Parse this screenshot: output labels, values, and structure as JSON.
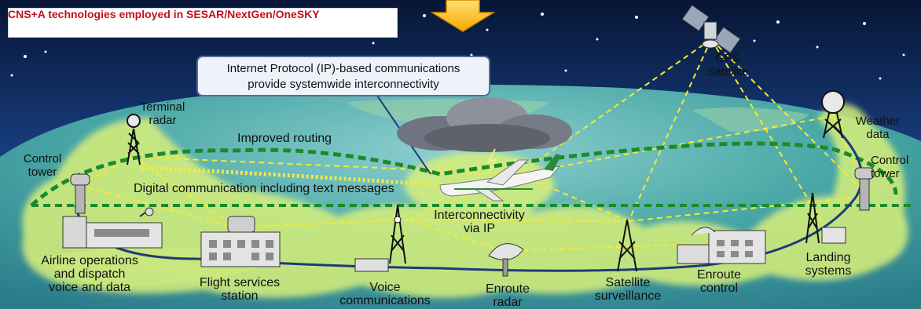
{
  "header": {
    "title": "CNS+A technologies employed in SESAR/NextGen/OneSKY"
  },
  "callout": {
    "line1": "Internet Protocol (IP)-based communications",
    "line2": "provide systemwide interconnectivity"
  },
  "labels": {
    "gps_1": "GPS",
    "gps_2": "Satellite",
    "terminal_radar_1": "Terminal",
    "terminal_radar_2": "radar",
    "weather_1": "Weather",
    "weather_2": "data",
    "control_tower_left_1": "Control",
    "control_tower_left_2": "tower",
    "control_tower_right_1": "Control",
    "control_tower_right_2": "tower",
    "improved_routing": "Improved routing",
    "digital_comm": "Digital communication including text messages",
    "interconnectivity_1": "Interconnectivity",
    "interconnectivity_2": "via IP",
    "airline_ops_1": "Airline operations",
    "airline_ops_2": "and dispatch",
    "airline_ops_3": "voice and data",
    "flight_services_1": "Flight services",
    "flight_services_2": "station",
    "voice_comm_1": "Voice",
    "voice_comm_2": "communications",
    "enroute_radar_1": "Enroute",
    "enroute_radar_2": "radar",
    "satellite_surv_1": "Satellite",
    "satellite_surv_2": "surveillance",
    "enroute_control_1": "Enroute",
    "enroute_control_2": "control",
    "landing_1": "Landing",
    "landing_2": "systems"
  },
  "colors": {
    "sky": "#0a1a3e",
    "earth": "#3f9f9e",
    "glow": "#d6f07a",
    "route": "#1b8a2a",
    "link": "#f0e830",
    "network": "#1e3a78",
    "header_text": "#c0121d",
    "arrow": "#ffcc00"
  }
}
